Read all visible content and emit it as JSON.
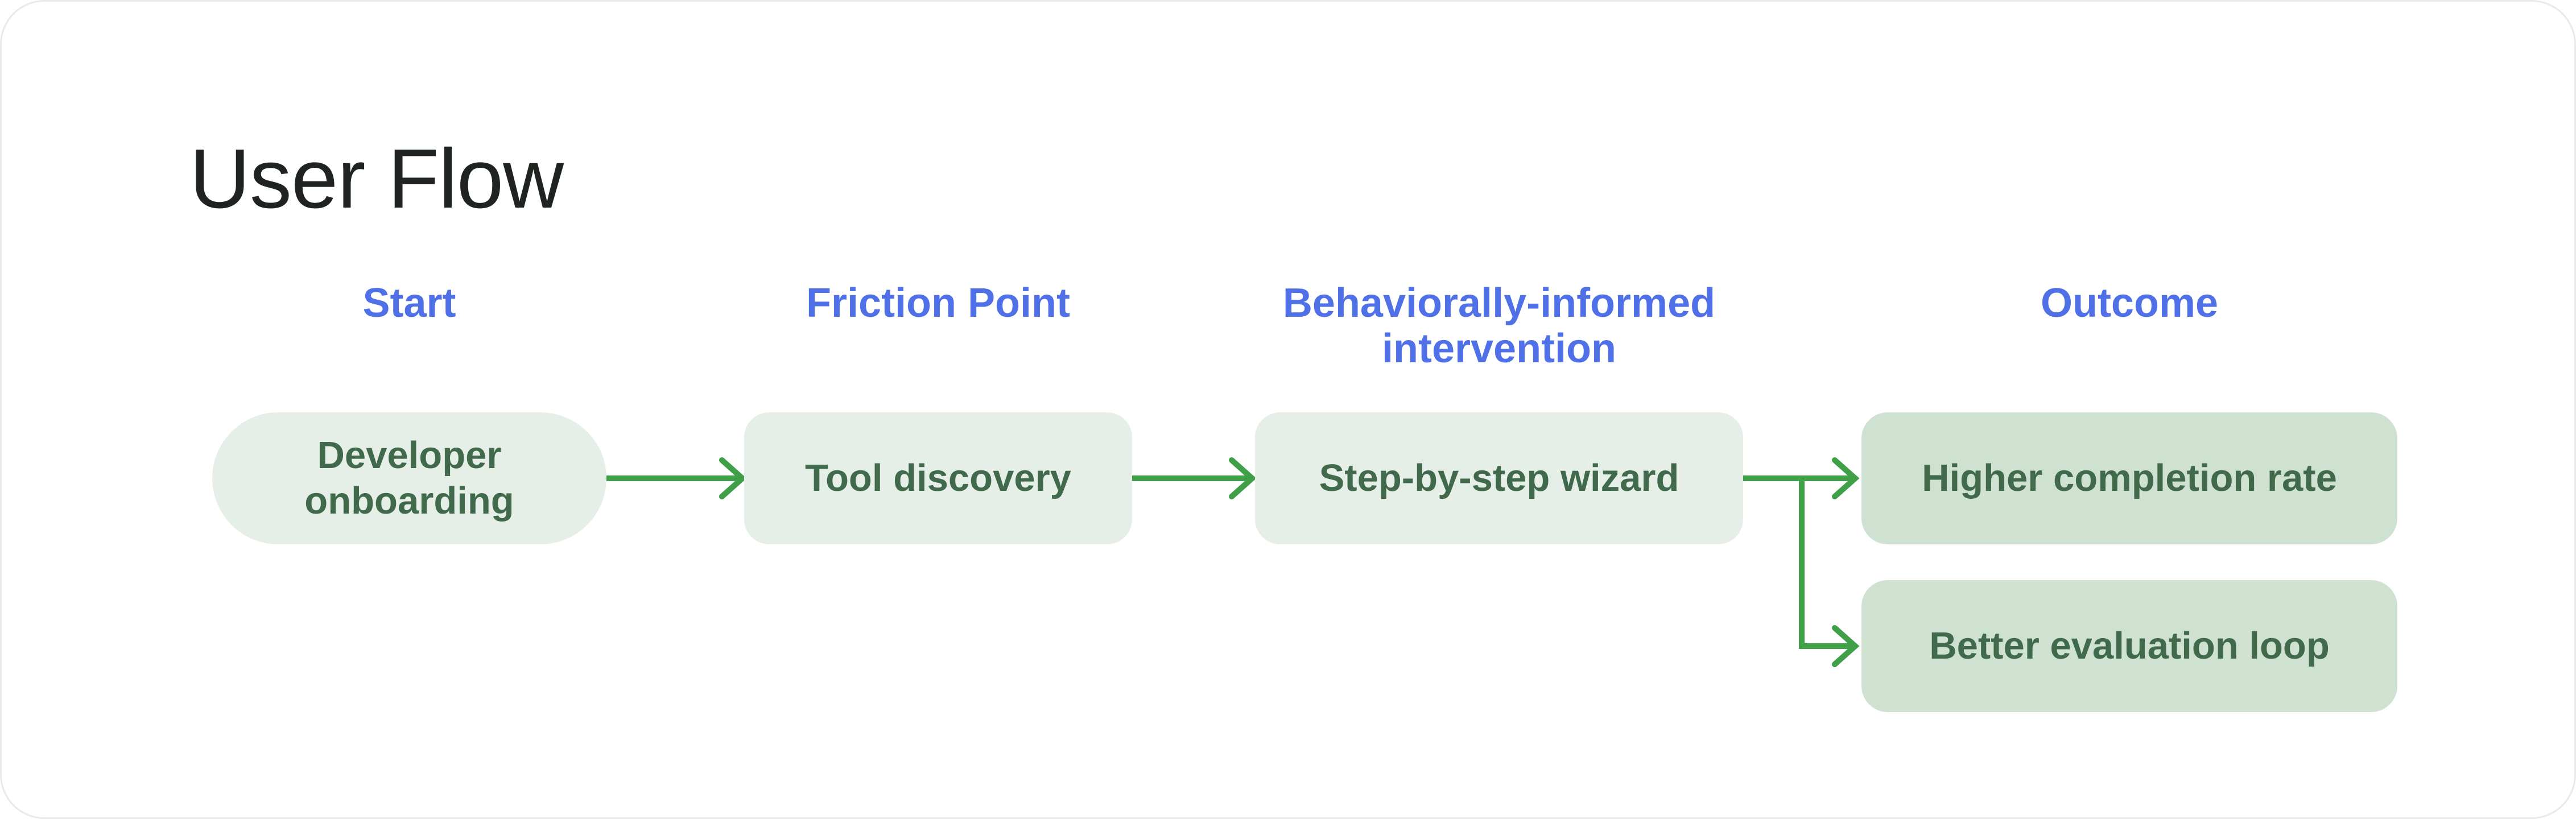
{
  "title": "User Flow",
  "colors": {
    "header_blue": "#5070e8",
    "arrow_green": "#3fa047",
    "stage_node_fill": "#e6efe7",
    "outcome_node_fill": "#cfe2d1",
    "node_text_green": "#41694c",
    "title_color": "#1f2420",
    "card_border": "#e8ece8"
  },
  "columns": [
    {
      "label": "Start"
    },
    {
      "label": "Friction Point"
    },
    {
      "label": "Behaviorally-informed intervention"
    },
    {
      "label": "Outcome"
    }
  ],
  "nodes": [
    {
      "label": "Developer onboarding",
      "column": "Start",
      "shape": "stadium"
    },
    {
      "label": "Tool discovery",
      "column": "Friction Point",
      "shape": "rounded-rect"
    },
    {
      "label": "Step-by-step wizard",
      "column": "Behaviorally-informed intervention",
      "shape": "rounded-rect"
    },
    {
      "label": "Higher completion rate",
      "column": "Outcome",
      "shape": "rounded-rect"
    },
    {
      "label": "Better evaluation loop",
      "column": "Outcome",
      "shape": "rounded-rect"
    }
  ],
  "edges": [
    {
      "from": "Developer onboarding",
      "to": "Tool discovery"
    },
    {
      "from": "Tool discovery",
      "to": "Step-by-step wizard"
    },
    {
      "from": "Step-by-step wizard",
      "to": "Higher completion rate"
    },
    {
      "from": "Step-by-step wizard",
      "to": "Better evaluation loop"
    }
  ]
}
